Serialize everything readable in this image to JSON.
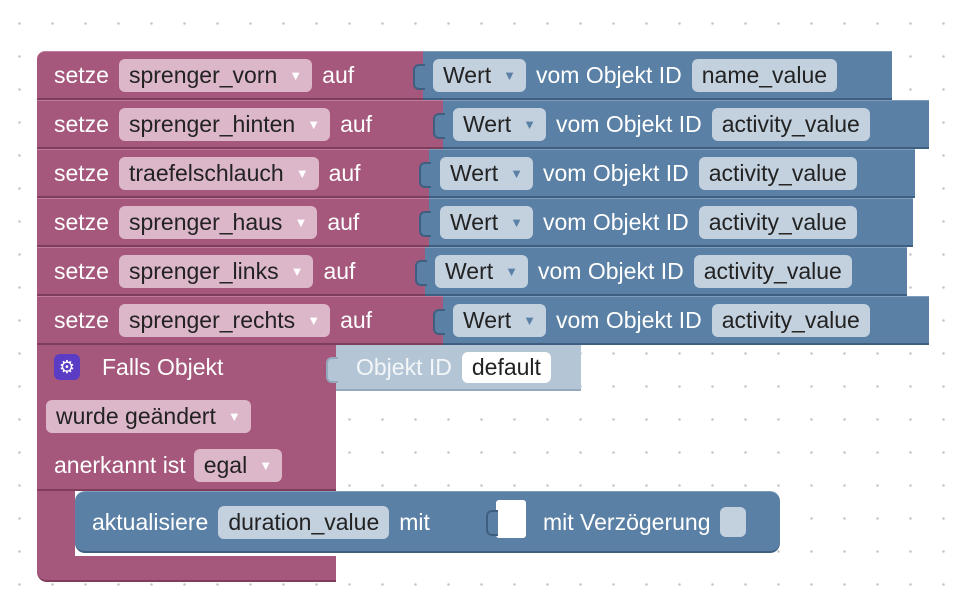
{
  "set_blocks": [
    {
      "label": "setze",
      "variable": "sprenger_vorn",
      "to_label": "auf",
      "value_mode": "Wert",
      "of_label": "vom Objekt ID",
      "object_id": "name_value"
    },
    {
      "label": "setze",
      "variable": "sprenger_hinten",
      "to_label": "auf",
      "value_mode": "Wert",
      "of_label": "vom Objekt ID",
      "object_id": "activity_value"
    },
    {
      "label": "setze",
      "variable": "traefelschlauch",
      "to_label": "auf",
      "value_mode": "Wert",
      "of_label": "vom Objekt ID",
      "object_id": "activity_value"
    },
    {
      "label": "setze",
      "variable": "sprenger_haus",
      "to_label": "auf",
      "value_mode": "Wert",
      "of_label": "vom Objekt ID",
      "object_id": "activity_value"
    },
    {
      "label": "setze",
      "variable": "sprenger_links",
      "to_label": "auf",
      "value_mode": "Wert",
      "of_label": "vom Objekt ID",
      "object_id": "activity_value"
    },
    {
      "label": "setze",
      "variable": "sprenger_rechts",
      "to_label": "auf",
      "value_mode": "Wert",
      "of_label": "vom Objekt ID",
      "object_id": "activity_value"
    }
  ],
  "trigger_block": {
    "title": "Falls Objekt",
    "object_label": "Objekt ID",
    "object_value": "default",
    "condition": "wurde geändert",
    "ack_label": "anerkannt ist",
    "ack_value": "egal"
  },
  "update_block": {
    "label": "aktualisiere",
    "target": "duration_value",
    "with_label": "mit",
    "delay_label": "mit Verzögerung"
  },
  "icons": {
    "dropdown": "caret-down-icon",
    "settings": "gear-icon"
  },
  "colors": {
    "variable_block": "#a5587b",
    "value_block": "#5b80a5",
    "disabled_block": "#b4c6d6",
    "mutator": "#5b3cc4"
  }
}
